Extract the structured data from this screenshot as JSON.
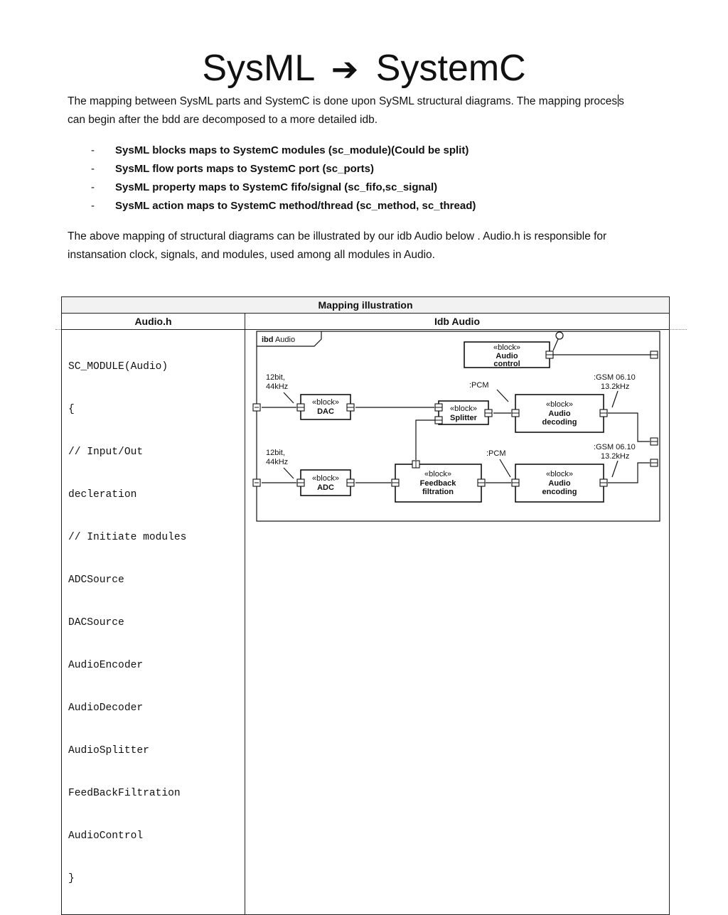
{
  "title": {
    "left": "SysML",
    "arrow": "➔",
    "right": "SystemC"
  },
  "intro": {
    "before_caret": "The mapping between SysML parts and SystemC is done upon SySML structural diagrams. The mapping proces",
    "after_caret": "s can begin after the bdd are decomposed to a more detailed idb."
  },
  "bullets": [
    {
      "dash": "-",
      "text": "SysML blocks maps to SystemC modules  (sc_module)(Could be split)"
    },
    {
      "dash": "-",
      "text": "SysML flow ports maps to SystemC port (sc_ports)"
    },
    {
      "dash": "-",
      "text": "SysML property maps to SystemC fifo/signal (sc_fifo,sc_signal)"
    },
    {
      "dash": "-",
      "text": "SysML  action maps to SystemC method/thread (sc_method, sc_thread)"
    }
  ],
  "outro": "The above mapping of structural diagrams can be illustrated by our idb Audio below . Audio.h  is responsible for instansation clock, signals, and modules, used among all modules in Audio.",
  "table": {
    "caption": "Mapping illustration",
    "col1": "Audio.h",
    "col2": "Idb Audio",
    "code": [
      "SC_MODULE(Audio)",
      "{",
      "// Input/Out",
      "decleration",
      "// Initiate modules",
      "ADCSource",
      "DACSource",
      "AudioEncoder",
      "AudioDecoder",
      "AudioSplitter",
      "FeedBackFiltration",
      "AudioControl",
      "}"
    ]
  },
  "diagram": {
    "frame_label_bold": "ibd",
    "frame_label": "Audio",
    "stereotype": "«block»",
    "blocks": {
      "control": [
        "Audio",
        "control"
      ],
      "dac": [
        "DAC"
      ],
      "splitter": [
        "Splitter"
      ],
      "decoding": [
        "Audio",
        "decoding"
      ],
      "adc": [
        "ADC"
      ],
      "feedback": [
        "Feedback",
        "filtration"
      ],
      "encoding": [
        "Audio",
        "encoding"
      ]
    },
    "labels": {
      "in_top": [
        "12bit,",
        "44kHz"
      ],
      "in_bottom": [
        "12bit,",
        "44kHz"
      ],
      "pcm_top": ":PCM",
      "pcm_bottom": ":PCM",
      "gsm_top": [
        ":GSM 06.10",
        "13.2kHz"
      ],
      "gsm_bottom": [
        ":GSM 06.10",
        "13.2kHz"
      ]
    }
  }
}
